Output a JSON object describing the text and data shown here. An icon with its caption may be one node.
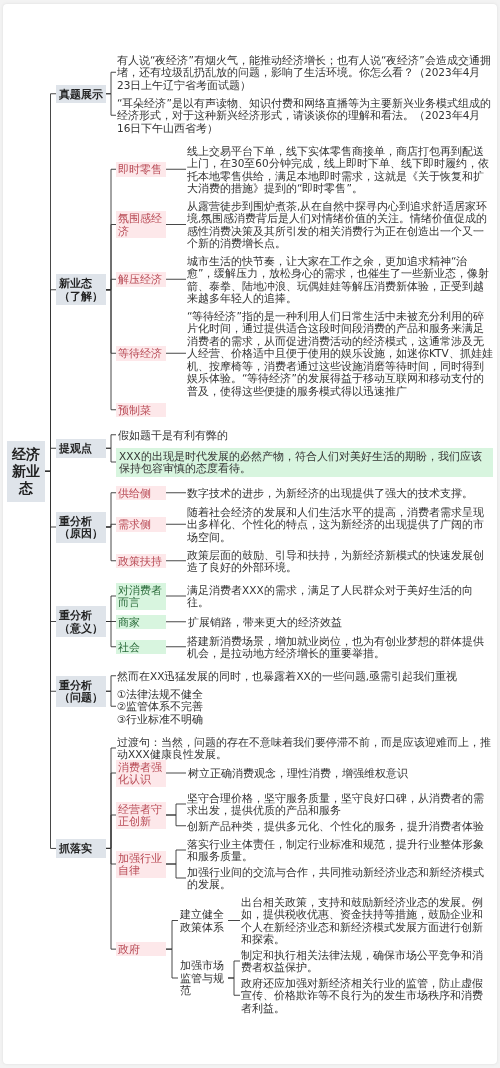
{
  "diagram": {
    "nodes": [
      {
        "text": [
          "经济新业态"
        ]
      },
      {
        "text": [
          "真题展示"
        ]
      },
      {
        "text": [
          "有人说“夜经济”有烟火气，能推动经济增长；也有人说“夜经济”会造成交通拥堵，还有垃圾乱扔乱放的问题，影响了生活环境。你怎么看？（2023年4月23日上午辽宁省考面试题）"
        ]
      },
      {
        "text": [
          "“耳朵经济”是以有声读物、知识付费和网络直播等为主要新兴业务模式组成的经济形式，对于这种新兴经济形式，请谈谈你的理解和看法。（2023年4月16日下午山西省考）"
        ]
      },
      {
        "text": [
          "新业态（了解）"
        ]
      },
      {
        "text": [
          "即时零售"
        ]
      },
      {
        "text": [
          "线上交易平台下单，线下实体零售商接单，商店打包再到配送上门，在30至60分钟完成，线上即时下单、线下即时履约，依托本地零售供给，满足本地即时需求，这就是《关于恢复和扩大消费的措施》提到的“即时零售”。"
        ]
      },
      {
        "text": [
          "氛围感经济"
        ]
      },
      {
        "text": [
          "从露营徒步到围炉煮茶,从在自然中探寻内心到追求舒适居家环境,氛围感消费背后是人们对情绪价值的关注。情绪价值促成的感性消费决策及其所引发的相关消费行为正在创造出一个又一个新的消费增长点。"
        ]
      },
      {
        "text": [
          "解压经济"
        ]
      },
      {
        "text": [
          "城市生活的快节奏，让大家在工作之余，更加追求精神“治愈”，缓解压力，放松身心的需求，也催生了一些新业态，像射箭、泰拳、陆地冲浪、玩偶娃娃等解压消费新体验，正受到越来越多年轻人的追捧。"
        ]
      },
      {
        "text": [
          "等待经济"
        ]
      },
      {
        "text": [
          "“等待经济”指的是一种利用人们日常生活中未被充分利用的碎片化时间，通过提供适合这段时间段消费的产品和服务来满足消费者的需求，从而促进消费活动的经济模式，这通常涉及无人经营、价格适中且便于使用的娱乐设施，如迷你KTV、抓娃娃机、按摩椅等，消费者通过这些设施消磨等待时间，同时得到娱乐体验。“等待经济”的发展得益于移动互联网和移动支付的普及，使得这些便捷的服务模式得以迅速推广"
        ]
      },
      {
        "text": [
          "预制菜"
        ]
      },
      {
        "text": [
          "提观点"
        ]
      },
      {
        "text": [
          "假如题干是有利有弊的"
        ]
      },
      {
        "text": [
          "XXX的出现是时代发展的必然产物，符合人们对美好生活的期盼，我们应该保持包容审慎的态度看待。"
        ]
      },
      {
        "text": [
          "重分析（原因）"
        ]
      },
      {
        "text": [
          "供给侧"
        ]
      },
      {
        "text": [
          "数字技术的进步，为新经济的出现提供了强大的技术支撑。"
        ]
      },
      {
        "text": [
          "需求侧"
        ]
      },
      {
        "text": [
          "随着社会经济的发展和人们生活水平的提高，消费者需求呈现出多样化、个性化的特点，这为新经济的出现提供了广阔的市场空间。"
        ]
      },
      {
        "text": [
          "政策扶持"
        ]
      },
      {
        "text": [
          "政策层面的鼓励、引导和扶持，为新经济新模式的快速发展创造了良好的外部环境。"
        ]
      },
      {
        "text": [
          "重分析（意义）"
        ]
      },
      {
        "text": [
          "对消费者而言"
        ]
      },
      {
        "text": [
          "满足消费者XXX的需求，满足了人民群众对于美好生活的向往。"
        ]
      },
      {
        "text": [
          "商家"
        ]
      },
      {
        "text": [
          "扩展销路，带来更大的经济效益"
        ]
      },
      {
        "text": [
          "社会"
        ]
      },
      {
        "text": [
          "搭建新消费场景，增加就业岗位，也为有创业梦想的群体提供机会，是拉动地方经济增长的重要举措。"
        ]
      },
      {
        "text": [
          "重分析（问题）"
        ]
      },
      {
        "text": [
          "然而在XX迅猛发展的同时，也暴露着XX的一些问题,亟需引起我们重视"
        ]
      },
      {
        "text": [
          "①法律法规不健全 ②监管体系不完善 ③行业标准不明确"
        ]
      },
      {
        "text": [
          "抓落实"
        ]
      },
      {
        "text": [
          "过渡句：当然，问题的存在不意味着我们要停滞不前，而是应该迎难而上，推动XXX健康良性发展。"
        ]
      },
      {
        "text": [
          "消费者强化认识"
        ]
      },
      {
        "text": [
          "树立正确消费观念，理性消费，增强维权意识"
        ]
      },
      {
        "text": [
          "经营者守正创新"
        ]
      },
      {
        "text": [
          "坚守合理价格，坚守服务质量，坚守良好口碑，从消费者的需求出发，提供优质的产品和服务"
        ]
      },
      {
        "text": [
          "创新产品种类，提供多元化、个性化的服务，提升消费者体验"
        ]
      },
      {
        "text": [
          "加强行业自律"
        ]
      },
      {
        "text": [
          "落实行业主体责任，制定行业标准和规范，提升行业整体形象和服务质量。"
        ]
      },
      {
        "text": [
          "加强行业间的交流与合作，共同推动新经济业态和新经济模式的发展。"
        ]
      },
      {
        "text": [
          "政府"
        ]
      },
      {
        "text": [
          "建立健全政策体系"
        ]
      },
      {
        "text": [
          "出台相关政策，支持和鼓励新经济业态的发展。例如，提供税收优惠、资金扶持等措施，鼓励企业和个人在新经济业态和新经济模式发展方面进行创新和探索。"
        ]
      },
      {
        "text": [
          "加强市场监管与规范"
        ]
      },
      {
        "text": [
          "制定和执行相关法律法规，确保市场公平竞争和消费者权益保护。"
        ]
      },
      {
        "text": [
          "政府还应加强对新经济相关行业的监管，防止虚假宣传、价格欺诈等不良行为的发生市场秩序和消费者利益。"
        ]
      }
    ],
    "edges": [
      {
        "from": 0,
        "to": 1,
        "arrow": "none"
      },
      {
        "from": 0,
        "to": 4,
        "arrow": "none"
      },
      {
        "from": 0,
        "to": 14,
        "arrow": "none"
      },
      {
        "from": 0,
        "to": 17,
        "arrow": "none"
      },
      {
        "from": 0,
        "to": 24,
        "arrow": "none"
      },
      {
        "from": 0,
        "to": 31,
        "arrow": "none"
      },
      {
        "from": 0,
        "to": 34,
        "arrow": "none"
      },
      {
        "from": 1,
        "to": 2,
        "arrow": "none"
      },
      {
        "from": 1,
        "to": 3,
        "arrow": "none"
      },
      {
        "from": 4,
        "to": 5,
        "arrow": "none"
      },
      {
        "from": 4,
        "to": 7,
        "arrow": "none"
      },
      {
        "from": 4,
        "to": 9,
        "arrow": "none"
      },
      {
        "from": 4,
        "to": 11,
        "arrow": "none"
      },
      {
        "from": 4,
        "to": 13,
        "arrow": "none"
      },
      {
        "from": 5,
        "to": 6,
        "arrow": "none"
      },
      {
        "from": 7,
        "to": 8,
        "arrow": "none"
      },
      {
        "from": 9,
        "to": 10,
        "arrow": "none"
      },
      {
        "from": 11,
        "to": 12,
        "arrow": "none"
      },
      {
        "from": 14,
        "to": 15,
        "arrow": "none"
      },
      {
        "from": 14,
        "to": 16,
        "arrow": "none"
      },
      {
        "from": 17,
        "to": 18,
        "arrow": "none"
      },
      {
        "from": 17,
        "to": 20,
        "arrow": "none"
      },
      {
        "from": 17,
        "to": 22,
        "arrow": "none"
      },
      {
        "from": 18,
        "to": 19,
        "arrow": "none"
      },
      {
        "from": 20,
        "to": 21,
        "arrow": "none"
      },
      {
        "from": 22,
        "to": 23,
        "arrow": "none"
      },
      {
        "from": 24,
        "to": 25,
        "arrow": "none"
      },
      {
        "from": 24,
        "to": 27,
        "arrow": "none"
      },
      {
        "from": 24,
        "to": 29,
        "arrow": "none"
      },
      {
        "from": 25,
        "to": 26,
        "arrow": "none"
      },
      {
        "from": 27,
        "to": 28,
        "arrow": "none"
      },
      {
        "from": 29,
        "to": 30,
        "arrow": "none"
      },
      {
        "from": 31,
        "to": 32,
        "arrow": "none"
      },
      {
        "from": 31,
        "to": 33,
        "arrow": "none"
      },
      {
        "from": 34,
        "to": 35,
        "arrow": "none"
      },
      {
        "from": 34,
        "to": 36,
        "arrow": "none"
      },
      {
        "from": 34,
        "to": 38,
        "arrow": "none"
      },
      {
        "from": 34,
        "to": 41,
        "arrow": "none"
      },
      {
        "from": 34,
        "to": 44,
        "arrow": "none"
      },
      {
        "from": 36,
        "to": 37,
        "arrow": "none"
      },
      {
        "from": 38,
        "to": 39,
        "arrow": "none"
      },
      {
        "from": 38,
        "to": 40,
        "arrow": "none"
      },
      {
        "from": 41,
        "to": 42,
        "arrow": "none"
      },
      {
        "from": 41,
        "to": 43,
        "arrow": "none"
      },
      {
        "from": 44,
        "to": 45,
        "arrow": "none"
      },
      {
        "from": 44,
        "to": 47,
        "arrow": "none"
      },
      {
        "from": 45,
        "to": 46,
        "arrow": "none"
      },
      {
        "from": 47,
        "to": 48,
        "arrow": "none"
      },
      {
        "from": 47,
        "to": 49,
        "arrow": "none"
      }
    ]
  }
}
